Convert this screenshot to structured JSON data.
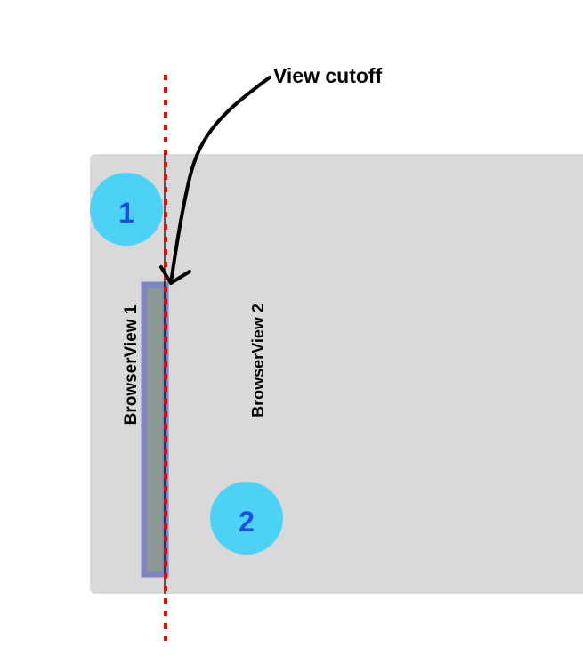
{
  "annotation": {
    "text": "View cutoff"
  },
  "views": {
    "view1_label": "BrowserView 1",
    "view2_label": "BrowserView 2"
  },
  "markers": {
    "marker1": "1",
    "marker2": "2"
  },
  "colors": {
    "container_fill": "#d9d9d9",
    "view1_border": "#7f85bf",
    "view1_fill": "#8a9a92",
    "cutoff_line": "#ff0000",
    "marker_fill": "#4dd2f7",
    "marker_text": "#1c4fe0",
    "text": "#000000"
  }
}
